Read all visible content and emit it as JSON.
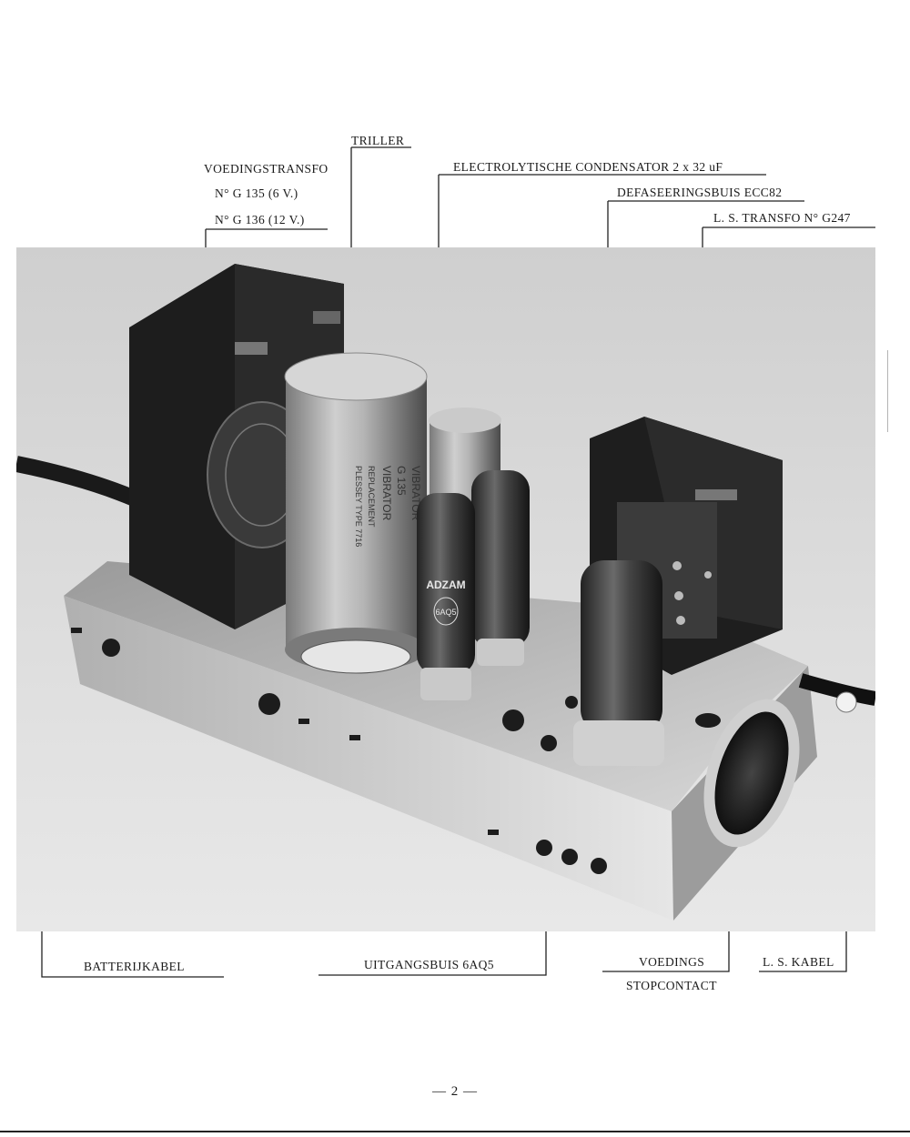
{
  "labels": {
    "triller": "TRILLER",
    "voedingstransfo": "VOEDINGSTRANSFO",
    "g135": "N° G 135 (6 V.)",
    "g136": "N° G 136 (12 V.)",
    "electrolytische": "ELECTROLYTISCHE CONDENSATOR 2 x 32 uF",
    "defaseeringsbuis": "DEFASEERINGSBUIS ECC82",
    "ls_transfo": "L. S. TRANSFO N° G247",
    "batterijkabel": "BATTERIJKABEL",
    "uitgangsbuis": "UITGANGSBUIS 6AQ5",
    "voedings": "VOEDINGS",
    "stopcontact": "STOPCONTACT",
    "ls_kabel": "L. S. KABEL"
  },
  "photo": {
    "vibrator_text": [
      "VIBRATOR",
      "G 135",
      "VIBRATOR",
      "REPLACEMENT",
      "PLESSEY TYPE 7716"
    ],
    "tube_brand": "ADZAM",
    "tube_type": "6AQ5"
  },
  "page_number": "— 2 —",
  "colors": {
    "ink": "#1a1a1a",
    "paper": "#ffffff",
    "photo_bg": "#d4d4d4"
  }
}
